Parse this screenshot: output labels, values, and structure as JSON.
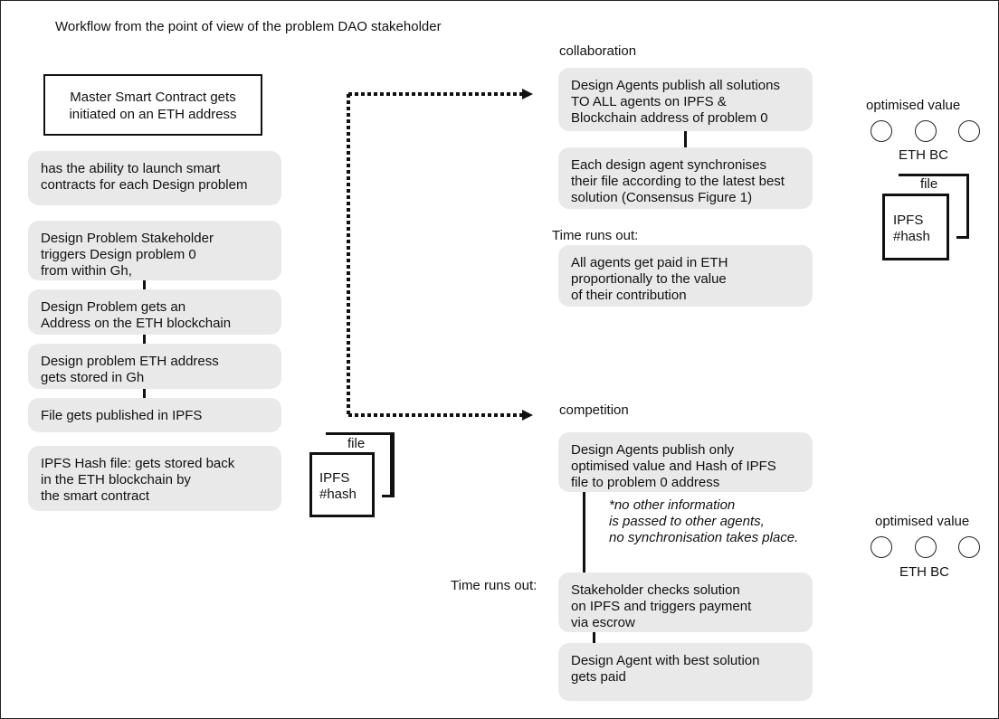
{
  "title": "Workflow from the point of view of the problem DAO stakeholder",
  "left_column": {
    "master": "Master Smart Contract gets\ninitiated on an ETH address",
    "launch": "has the ability to launch smart\ncontracts for each Design problem",
    "trigger": "Design Problem Stakeholder\ntriggers Design problem 0\nfrom within Gh,",
    "address": "Design Problem gets an\nAddress on the ETH blockchain",
    "stored": "Design problem ETH address\ngets stored in Gh",
    "published": "File gets published in IPFS",
    "hash_stored": "IPFS Hash file: gets stored back\nin the ETH blockchain by\nthe smart contract"
  },
  "file_icon": {
    "tab_label": "file",
    "body_label": "IPFS\n#hash"
  },
  "collaboration": {
    "heading": "collaboration",
    "publish": "Design Agents publish all solutions\nTO ALL agents on IPFS &\nBlockchain address of problem 0",
    "sync": "Each design agent synchronises\ntheir file according to the latest best\nsolution (Consensus Figure 1)",
    "time_label": "Time runs out:",
    "paid": "All agents get paid in ETH\nproportionally to the value\nof their contribution"
  },
  "competition": {
    "heading": "competition",
    "publish": "Design Agents publish only\noptimised value and Hash of IPFS\nfile to problem 0 address",
    "note": "*no other information\n is passed to other agents,\nno synchronisation takes place.",
    "time_label": "Time runs out:",
    "check": "Stakeholder checks solution\non IPFS and triggers payment\nvia escrow",
    "paid": "Design Agent with best solution\ngets paid"
  },
  "right_top": {
    "label": "optimised value",
    "chain": "ETH BC",
    "file_tab": "file",
    "file_body": "IPFS\n#hash"
  },
  "right_bottom": {
    "label": "optimised value",
    "chain": "ETH BC"
  }
}
